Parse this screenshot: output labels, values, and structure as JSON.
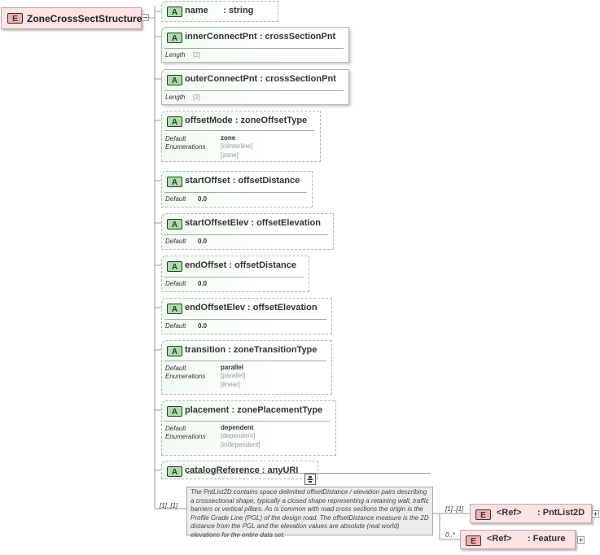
{
  "root": {
    "badge": "E",
    "label": "ZoneCrossSectStructure"
  },
  "labels": {
    "default": "Default",
    "enumerations": "Enumerations",
    "length": "Length"
  },
  "attributes": [
    {
      "badge": "A",
      "name": "name",
      "sep": ":",
      "type": "string"
    },
    {
      "badge": "A",
      "name": "innerConnectPnt",
      "sep": ":",
      "type": "crossSectionPnt",
      "length": "[2]"
    },
    {
      "badge": "A",
      "name": "outerConnectPnt",
      "sep": ":",
      "type": "crossSectionPnt",
      "length": "[2]"
    },
    {
      "badge": "A",
      "name": "offsetMode",
      "sep": ":",
      "type": "zoneOffsetType",
      "default": "zone",
      "enums": [
        "[centerline]",
        "[zone]"
      ]
    },
    {
      "badge": "A",
      "name": "startOffset",
      "sep": ":",
      "type": "offsetDistance",
      "default": "0.0"
    },
    {
      "badge": "A",
      "name": "startOffsetElev",
      "sep": ":",
      "type": "offsetElevation",
      "default": "0.0"
    },
    {
      "badge": "A",
      "name": "endOffset",
      "sep": ":",
      "type": "offsetDistance",
      "default": "0.0"
    },
    {
      "badge": "A",
      "name": "endOffsetElev",
      "sep": ":",
      "type": "offsetElevation",
      "default": "0.0"
    },
    {
      "badge": "A",
      "name": "transition",
      "sep": ":",
      "type": "zoneTransitionType",
      "default": "parallel",
      "enums": [
        "[parallel]",
        "[linear]"
      ]
    },
    {
      "badge": "A",
      "name": "placement",
      "sep": ":",
      "type": "zonePlacementType",
      "default": "dependent",
      "enums": [
        "[dependent]",
        "[independent]"
      ]
    },
    {
      "badge": "A",
      "name": "catalogReference",
      "sep": ":",
      "type": "anyURI"
    }
  ],
  "sequence": {
    "multiplicity": "[1]..[1]",
    "note": "The PntList2D contains space delimited offsetDistance / elevation pairs describing a crossectional shape, typically a closed shape representing a retaining wall, traffic barriers or vertical pillars. As is common with road cross sections the origin is the Profile Grade Line (PGL) of the design road. The offsetDistance measure is the 2D distance from the PGL and the elevation values are absolute (real world) elevations for the entire data set."
  },
  "refs": [
    {
      "badge": "E",
      "ref": "<Ref>",
      "sep": ":",
      "type": "PntList2D",
      "multiplicity": "[1]..[1]"
    },
    {
      "badge": "E",
      "ref": "<Ref>",
      "sep": ":",
      "type": "Feature",
      "multiplicity": "0..*"
    }
  ],
  "colors": {
    "element_fill": "#fde3e3",
    "attribute_badge": "#a9dfa9",
    "element_badge": "#f3b0b0",
    "note_fill": "#ececec"
  }
}
